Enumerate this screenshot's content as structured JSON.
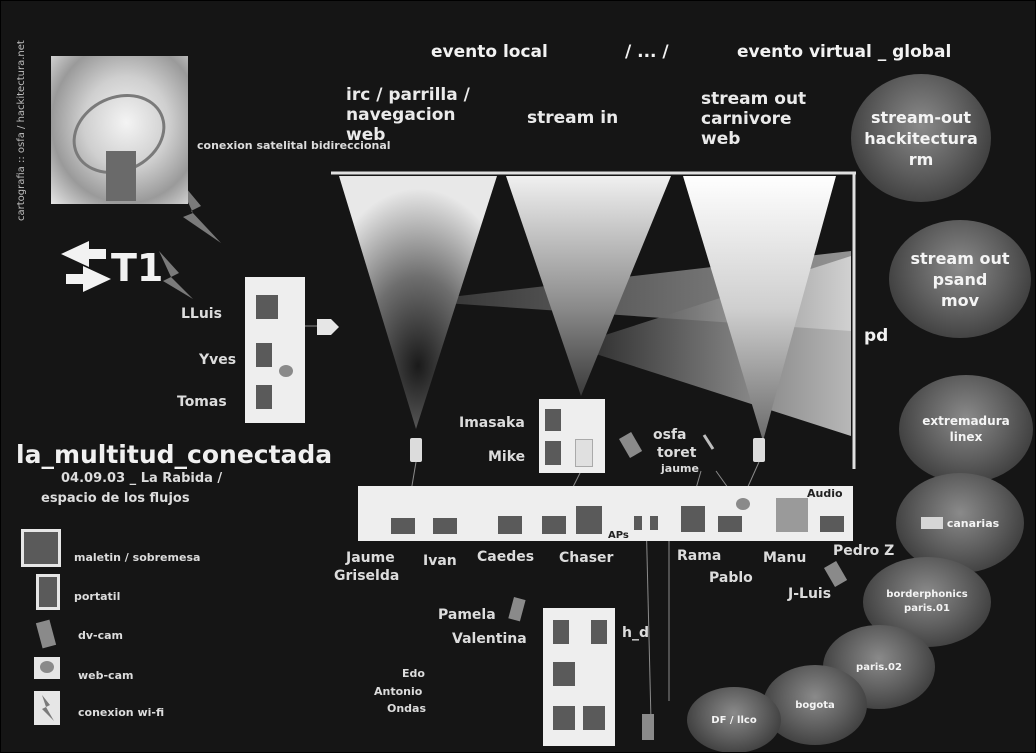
{
  "header": {
    "local": "evento local",
    "sep": "/ ... /",
    "virtual": "evento virtual _ global"
  },
  "side_credit": "cartografia :: osfa / hackitectura.net",
  "columns": {
    "irc": "irc / parrilla / navegacion web",
    "stream_in": "stream in",
    "stream_out": "stream out carnivore web"
  },
  "satellite_label": "conexion satelital bidireccional",
  "t1_label": "T1",
  "pd_label": "pd",
  "group1": [
    "LLuis",
    "Yves",
    "Tomas"
  ],
  "group2": [
    "Imasaka",
    "Mike"
  ],
  "osfa": "osfa",
  "toret": "toret",
  "jaume_top": "jaume",
  "audio": "Audio",
  "aps": "APs",
  "title": {
    "main": "la_multitud_conectada",
    "sub1": "04.09.03 _ La Rabida /",
    "sub2": "espacio de los flujos"
  },
  "people": {
    "jaume": "Jaume",
    "griselda": "Griselda",
    "ivan": "Ivan",
    "caedes": "Caedes",
    "chaser": "Chaser",
    "rama": "Rama",
    "pablo": "Pablo",
    "manu": "Manu",
    "pedro": "Pedro Z",
    "jluis": "J-Luis",
    "pamela": "Pamela",
    "valentina": "Valentina",
    "hd": "h_d",
    "edo": "Edo",
    "antonio": "Antonio",
    "ondas": "Ondas"
  },
  "legend": {
    "maletin": "maletin / sobremesa",
    "portatil": "portatil",
    "dvcam": "dv-cam",
    "webcam": "web-cam",
    "wifi": "conexion wi-fi"
  },
  "clouds": {
    "c1": [
      "stream-out",
      "hackitectura",
      "rm"
    ],
    "c2": [
      "stream out",
      "psand",
      "mov"
    ],
    "c3": [
      "extremadura",
      "linex"
    ],
    "c4": "canarias",
    "c5": [
      "borderphonics",
      "paris.01"
    ],
    "c6": "paris.02",
    "c7": "bogota",
    "c8": "DF / llco"
  }
}
